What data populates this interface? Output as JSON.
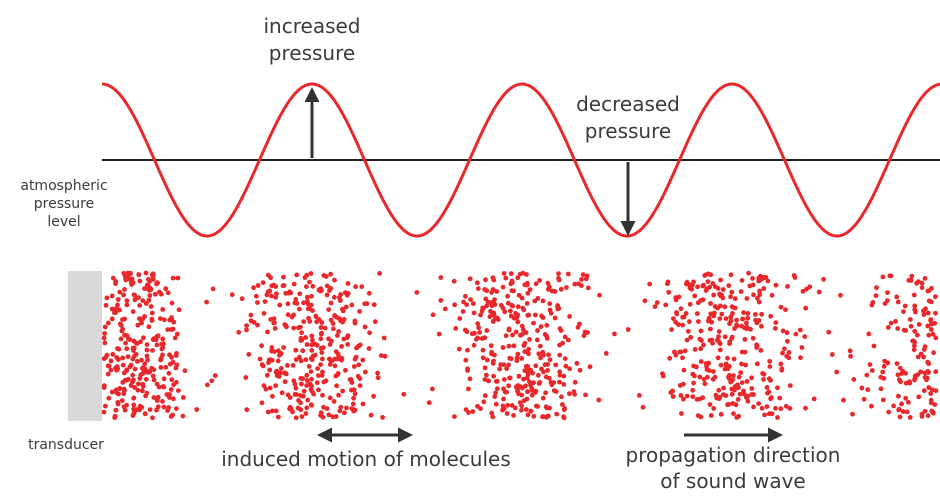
{
  "labels": {
    "increased_line1": "increased",
    "increased_line2": "pressure",
    "decreased_line1": "decreased",
    "decreased_line2": "pressure",
    "atmospheric_line1": "atmospheric",
    "atmospheric_line2": "pressure",
    "atmospheric_line3": "level",
    "transducer": "transducer",
    "induced_motion": "induced motion of molecules",
    "propagation_line1": "propagation direction",
    "propagation_line2": "of sound wave"
  },
  "colors": {
    "wave": "#e8282b",
    "particles": "#e8282b",
    "baseline": "#222222",
    "arrows": "#333333",
    "transducer": "#d9d9d9",
    "text": "#3b3b3b"
  }
}
